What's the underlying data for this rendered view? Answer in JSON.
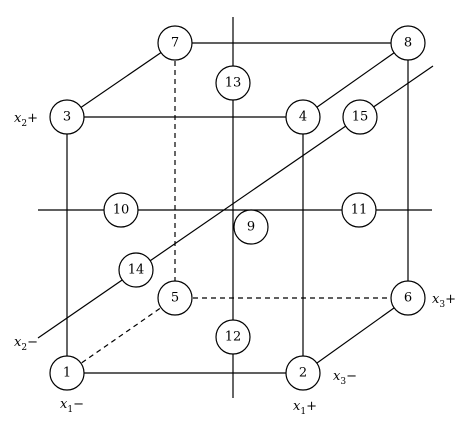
{
  "nodes": [
    {
      "id": "1",
      "label": "1"
    },
    {
      "id": "2",
      "label": "2"
    },
    {
      "id": "3",
      "label": "3"
    },
    {
      "id": "4",
      "label": "4"
    },
    {
      "id": "5",
      "label": "5"
    },
    {
      "id": "6",
      "label": "6"
    },
    {
      "id": "7",
      "label": "7"
    },
    {
      "id": "8",
      "label": "8"
    },
    {
      "id": "9",
      "label": "9"
    },
    {
      "id": "10",
      "label": "10"
    },
    {
      "id": "11",
      "label": "11"
    },
    {
      "id": "12",
      "label": "12"
    },
    {
      "id": "13",
      "label": "13"
    },
    {
      "id": "14",
      "label": "14"
    },
    {
      "id": "15",
      "label": "15"
    }
  ],
  "axis_labels": {
    "x2_plus": {
      "var": "x",
      "sub": "2",
      "sign": "+"
    },
    "x2_minus": {
      "var": "x",
      "sub": "2",
      "sign": "−"
    },
    "x1_minus": {
      "var": "x",
      "sub": "1",
      "sign": "−"
    },
    "x1_plus": {
      "var": "x",
      "sub": "1",
      "sign": "+"
    },
    "x3_plus": {
      "var": "x",
      "sub": "3",
      "sign": "+"
    },
    "x3_minus": {
      "var": "x",
      "sub": "3",
      "sign": "−"
    }
  }
}
